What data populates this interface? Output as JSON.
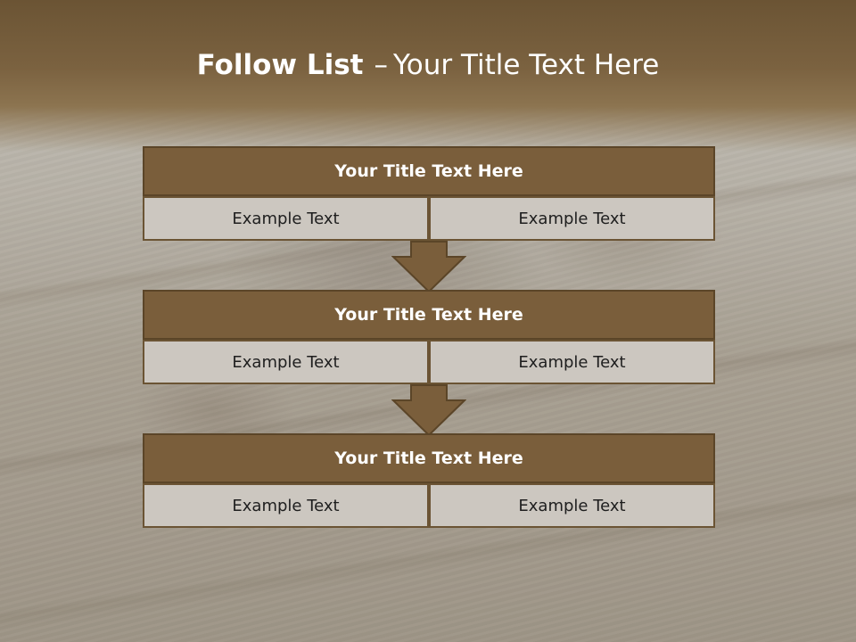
{
  "title": {
    "bold": "Follow List",
    "dash": "–",
    "rest": "Your Title Text Here"
  },
  "blocks": [
    {
      "title": "Your Title Text Here",
      "left": "Example Text",
      "right": "Example Text"
    },
    {
      "title": "Your Title Text Here",
      "left": "Example Text",
      "right": "Example Text"
    },
    {
      "title": "Your Title Text Here",
      "left": "Example Text",
      "right": "Example Text"
    }
  ],
  "colors": {
    "header_fill": "#7a5e3b",
    "cell_fill": "#ccc7c0",
    "border": "#5b4528",
    "arrow_fill": "#7a5e3b"
  }
}
